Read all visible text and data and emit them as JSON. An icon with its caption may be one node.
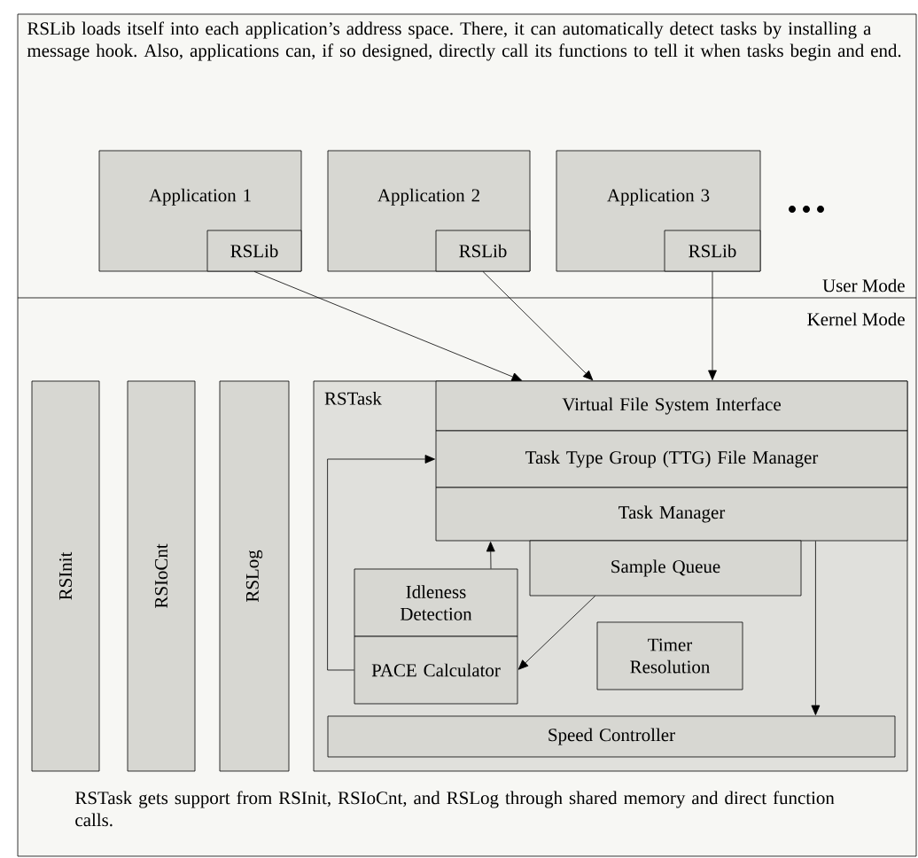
{
  "diagram": {
    "nodes": [
      {
        "text": [
          "Application 1"
        ]
      },
      {
        "text": [
          "RSLib"
        ],
        "in": 0
      },
      {
        "text": [
          "Application 2"
        ]
      },
      {
        "text": [
          "RSLib"
        ],
        "in": 2
      },
      {
        "text": [
          "Application 3"
        ]
      },
      {
        "text": [
          "RSLib"
        ],
        "in": 4
      },
      {
        "text": [
          "RSInit"
        ]
      },
      {
        "text": [
          "RSIoCnt"
        ]
      },
      {
        "text": [
          "RSLog"
        ]
      },
      {
        "text": [
          "RSTask"
        ]
      },
      {
        "text": [
          "Virtual File System Interface"
        ],
        "in": 9
      },
      {
        "text": [
          "Task Type Group (TTG) File Manager"
        ],
        "in": 9
      },
      {
        "text": [
          "Task Manager"
        ],
        "in": 9
      },
      {
        "text": [
          "Sample Queue"
        ],
        "in": 9
      },
      {
        "text": [
          "Idleness Detection"
        ],
        "in": 9
      },
      {
        "text": [
          "PACE Calculator"
        ],
        "in": 9
      },
      {
        "text": [
          "Timer Resolution"
        ],
        "in": 9
      },
      {
        "text": [
          "Speed Controller"
        ],
        "in": 9
      }
    ],
    "edges": [
      {
        "from": 1,
        "to": 10,
        "arrow": "to"
      },
      {
        "from": 3,
        "to": 10,
        "arrow": "to"
      },
      {
        "from": 5,
        "to": 10,
        "arrow": "to"
      },
      {
        "from": 14,
        "to": 12,
        "arrow": "to"
      },
      {
        "from": 15,
        "to": 11,
        "arrow": "to"
      },
      {
        "from": 13,
        "to": 15,
        "arrow": "to"
      },
      {
        "from": 12,
        "to": 17,
        "arrow": "to"
      }
    ],
    "labels": [
      "RSLib loads itself into each application’s address space. There, it can automatically detect tasks by installing a message hook. Also, applications can, if so designed, directly call its functions to tell it when tasks begin and end.",
      "User Mode",
      "Kernel Mode",
      "RSTask gets support from RSInit, RSIoCnt, and RSLog through shared memory and direct function calls."
    ]
  }
}
